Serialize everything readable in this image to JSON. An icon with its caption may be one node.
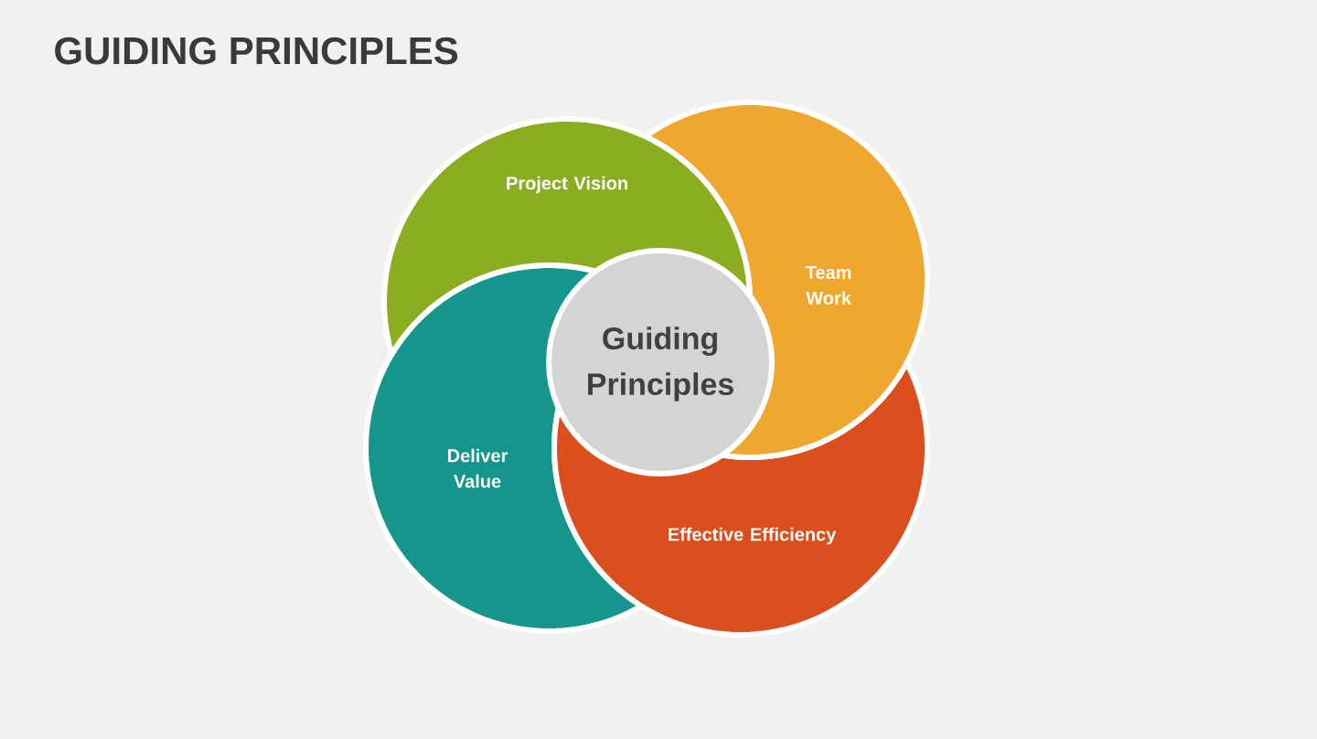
{
  "diagram": {
    "title": "GUIDING PRINCIPLES",
    "nodes": [
      {
        "text": [
          "Project Vision"
        ]
      },
      {
        "text": [
          "Team Work"
        ]
      },
      {
        "text": [
          "Guiding Principles"
        ]
      },
      {
        "text": [
          "Deliver Value"
        ]
      },
      {
        "text": [
          "Effective Efficiency"
        ]
      }
    ]
  }
}
